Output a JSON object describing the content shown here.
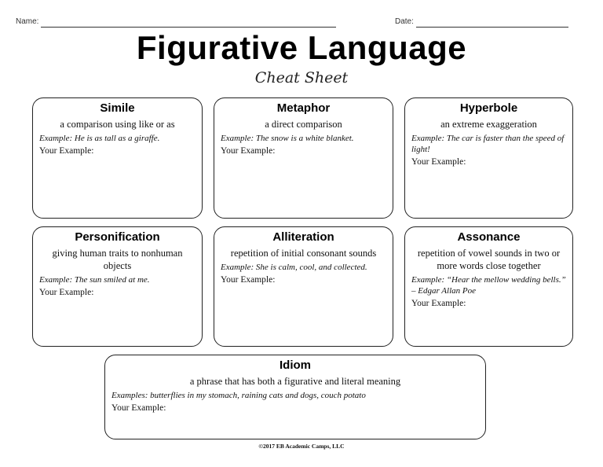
{
  "header": {
    "name_label": "Name:",
    "date_label": "Date:"
  },
  "title": "Figurative Language",
  "subtitle": "Cheat Sheet",
  "cards": [
    {
      "title": "Simile",
      "definition": "a comparison using like or as",
      "example": "Example: He is as tall as a giraffe.",
      "your_example": "Your Example:"
    },
    {
      "title": "Metaphor",
      "definition": "a direct comparison",
      "example": "Example: The snow is a white blanket.",
      "your_example": "Your Example:"
    },
    {
      "title": "Hyperbole",
      "definition": "an extreme exaggeration",
      "example": "Example: The car is faster than the speed of light!",
      "your_example": "Your Example:"
    },
    {
      "title": "Personification",
      "definition": "giving human traits to nonhuman objects",
      "example": "Example: The sun smiled at me.",
      "your_example": "Your Example:"
    },
    {
      "title": "Alliteration",
      "definition": "repetition of initial consonant sounds",
      "example": "Example: She is calm, cool, and collected.",
      "your_example": "Your Example:"
    },
    {
      "title": "Assonance",
      "definition": "repetition of vowel sounds in two or more words close together",
      "example": "Example: “Hear the mellow wedding bells.” – Edgar Allan Poe",
      "your_example": "Your Example:"
    },
    {
      "title": "Idiom",
      "definition": "a phrase that has both a figurative and literal meaning",
      "example": "Examples: butterflies in my stomach, raining cats and dogs, couch potato",
      "your_example": "Your Example:"
    }
  ],
  "footer": "©2017 EB Academic Camps, LLC"
}
